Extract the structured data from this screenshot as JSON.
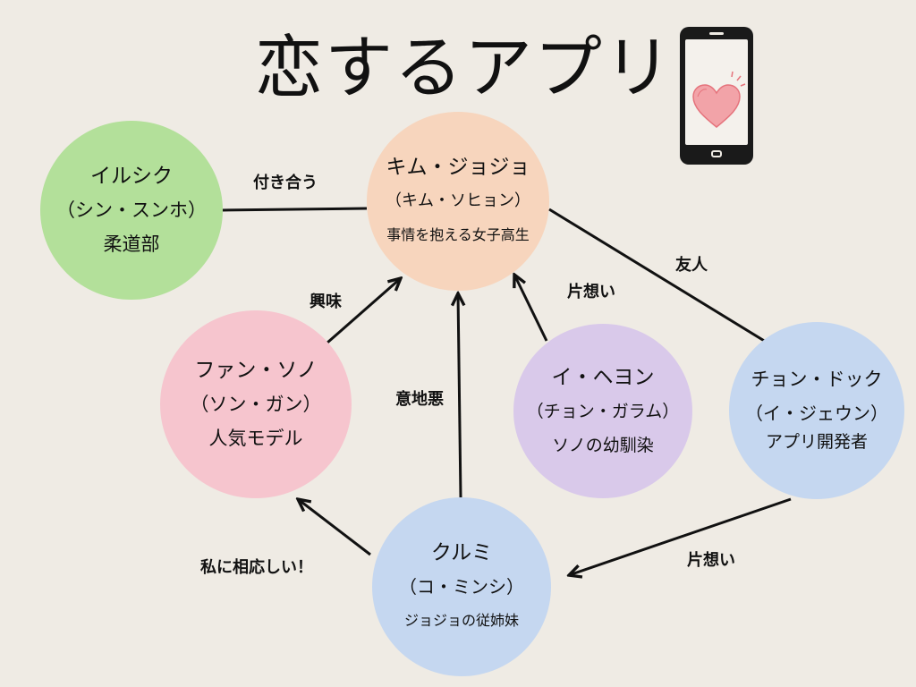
{
  "title": "恋するアプリ",
  "colors": {
    "background": "#efebe4",
    "green": "#b3e09a",
    "peach": "#f7d5bd",
    "pink": "#f6c5ce",
    "lavender": "#d9c9ea",
    "blue": "#c5d7f0",
    "heart": "#ee8c95"
  },
  "nodes": {
    "ilsik": {
      "name": "イルシク",
      "actor": "（シン・スンホ）",
      "role": "柔道部"
    },
    "kim": {
      "name": "キム・ジョジョ",
      "actor": "（キム・ソヒョン）",
      "role": "事情を抱える女子高生"
    },
    "fan": {
      "name": "ファン・ソノ",
      "actor": "（ソン・ガン）",
      "role": "人気モデル"
    },
    "lee": {
      "name": "イ・ヘヨン",
      "actor": "（チョン・ガラム）",
      "role": "ソノの幼馴染"
    },
    "chon": {
      "name": "チョン・ドック",
      "actor": "（イ・ジェウン）",
      "role": "アプリ開発者"
    },
    "kurumi": {
      "name": "クルミ",
      "actor": "（コ・ミンシ）",
      "role": "ジョジョの従姉妹"
    }
  },
  "edges": {
    "ilsik_kim": "付き合う",
    "fan_kim": "興味",
    "kurumi_kim": "意地悪",
    "lee_kim": "片想い",
    "kim_chon": "友人",
    "chon_kurumi": "片想い",
    "kurumi_fan": "私に相応しい！"
  }
}
